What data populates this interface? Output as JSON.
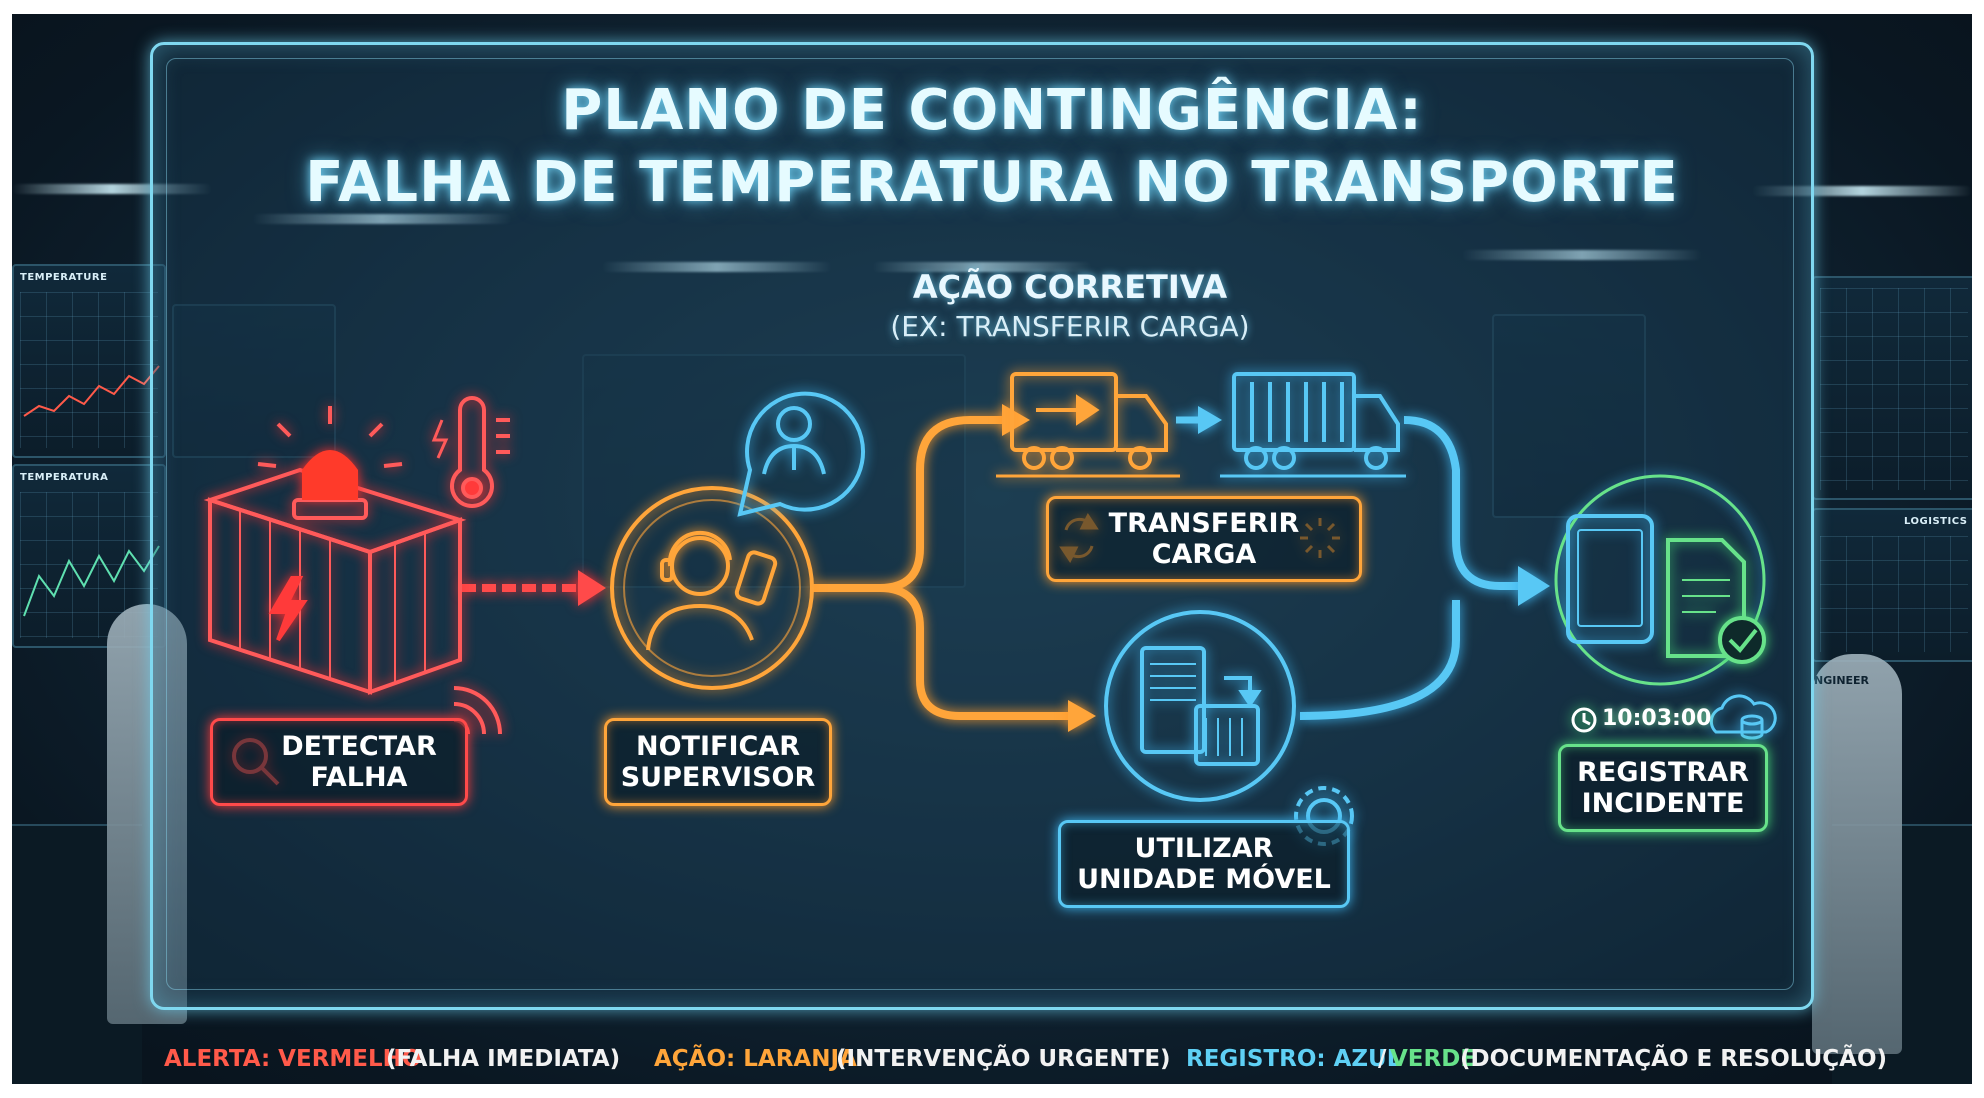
{
  "title": {
    "line1": "PLANO DE CONTINGÊNCIA:",
    "line2": "FALHA DE TEMPERATURA NO TRANSPORTE"
  },
  "corrective_action": {
    "title": "AÇÃO CORRETIVA",
    "subtitle": "(EX: TRANSFERIR CARGA)"
  },
  "steps": {
    "detect": {
      "line1": "DETECTAR",
      "line2": "FALHA",
      "color": "#ff4a4a"
    },
    "notify": {
      "line1": "NOTIFICAR",
      "line2": "SUPERVISOR",
      "color": "#ffa53a"
    },
    "transfer": {
      "line1": "TRANSFERIR",
      "line2": "CARGA",
      "color": "#ffa53a"
    },
    "mobile_unit": {
      "line1": "UTILIZAR",
      "line2": "UNIDADE MÓVEL",
      "color": "#58c8f5"
    },
    "register": {
      "line1": "REGISTRAR",
      "line2": "INCIDENTE",
      "color": "#67e28a"
    }
  },
  "timestamp": "10:03:00",
  "icons": {
    "container": "shipping-container-icon",
    "siren": "alarm-siren-icon",
    "thermometer": "thermometer-icon",
    "supervisor": "supervisor-headset-icon",
    "chat": "chat-bubble-person-icon",
    "truck_orange": "truck-icon",
    "truck_blue": "container-truck-icon",
    "mobile_unit": "refrigeration-unit-icon",
    "tablet": "tablet-icon",
    "document": "document-check-icon",
    "clock": "clock-icon",
    "cloud": "cloud-database-icon",
    "gear": "gear-icon",
    "search": "search-icon",
    "refresh": "refresh-icon",
    "loading": "loading-icon"
  },
  "background": {
    "monitor_left_1": "TEMPERATURE",
    "monitor_left_2": "TEMPERATURA",
    "monitor_right": "LOGISTICS",
    "badge": "NGINEER"
  },
  "legend": {
    "alert_label": "ALERTA: VERMELHO",
    "alert_desc": "(FALHA IMEDIATA)",
    "action_label": "AÇÃO: LARANJA",
    "action_desc": "(INTERVENÇÃO URGENTE)",
    "record_blue": "REGISTRO: AZUL",
    "record_sep": "/",
    "record_green": "VERDE",
    "record_desc": "(DOCUMENTAÇÃO E RESOLUÇÃO)",
    "colors": {
      "red": "#ff5a4a",
      "orange": "#ffa53a",
      "blue": "#5fd0f5",
      "green": "#67e28a"
    }
  }
}
